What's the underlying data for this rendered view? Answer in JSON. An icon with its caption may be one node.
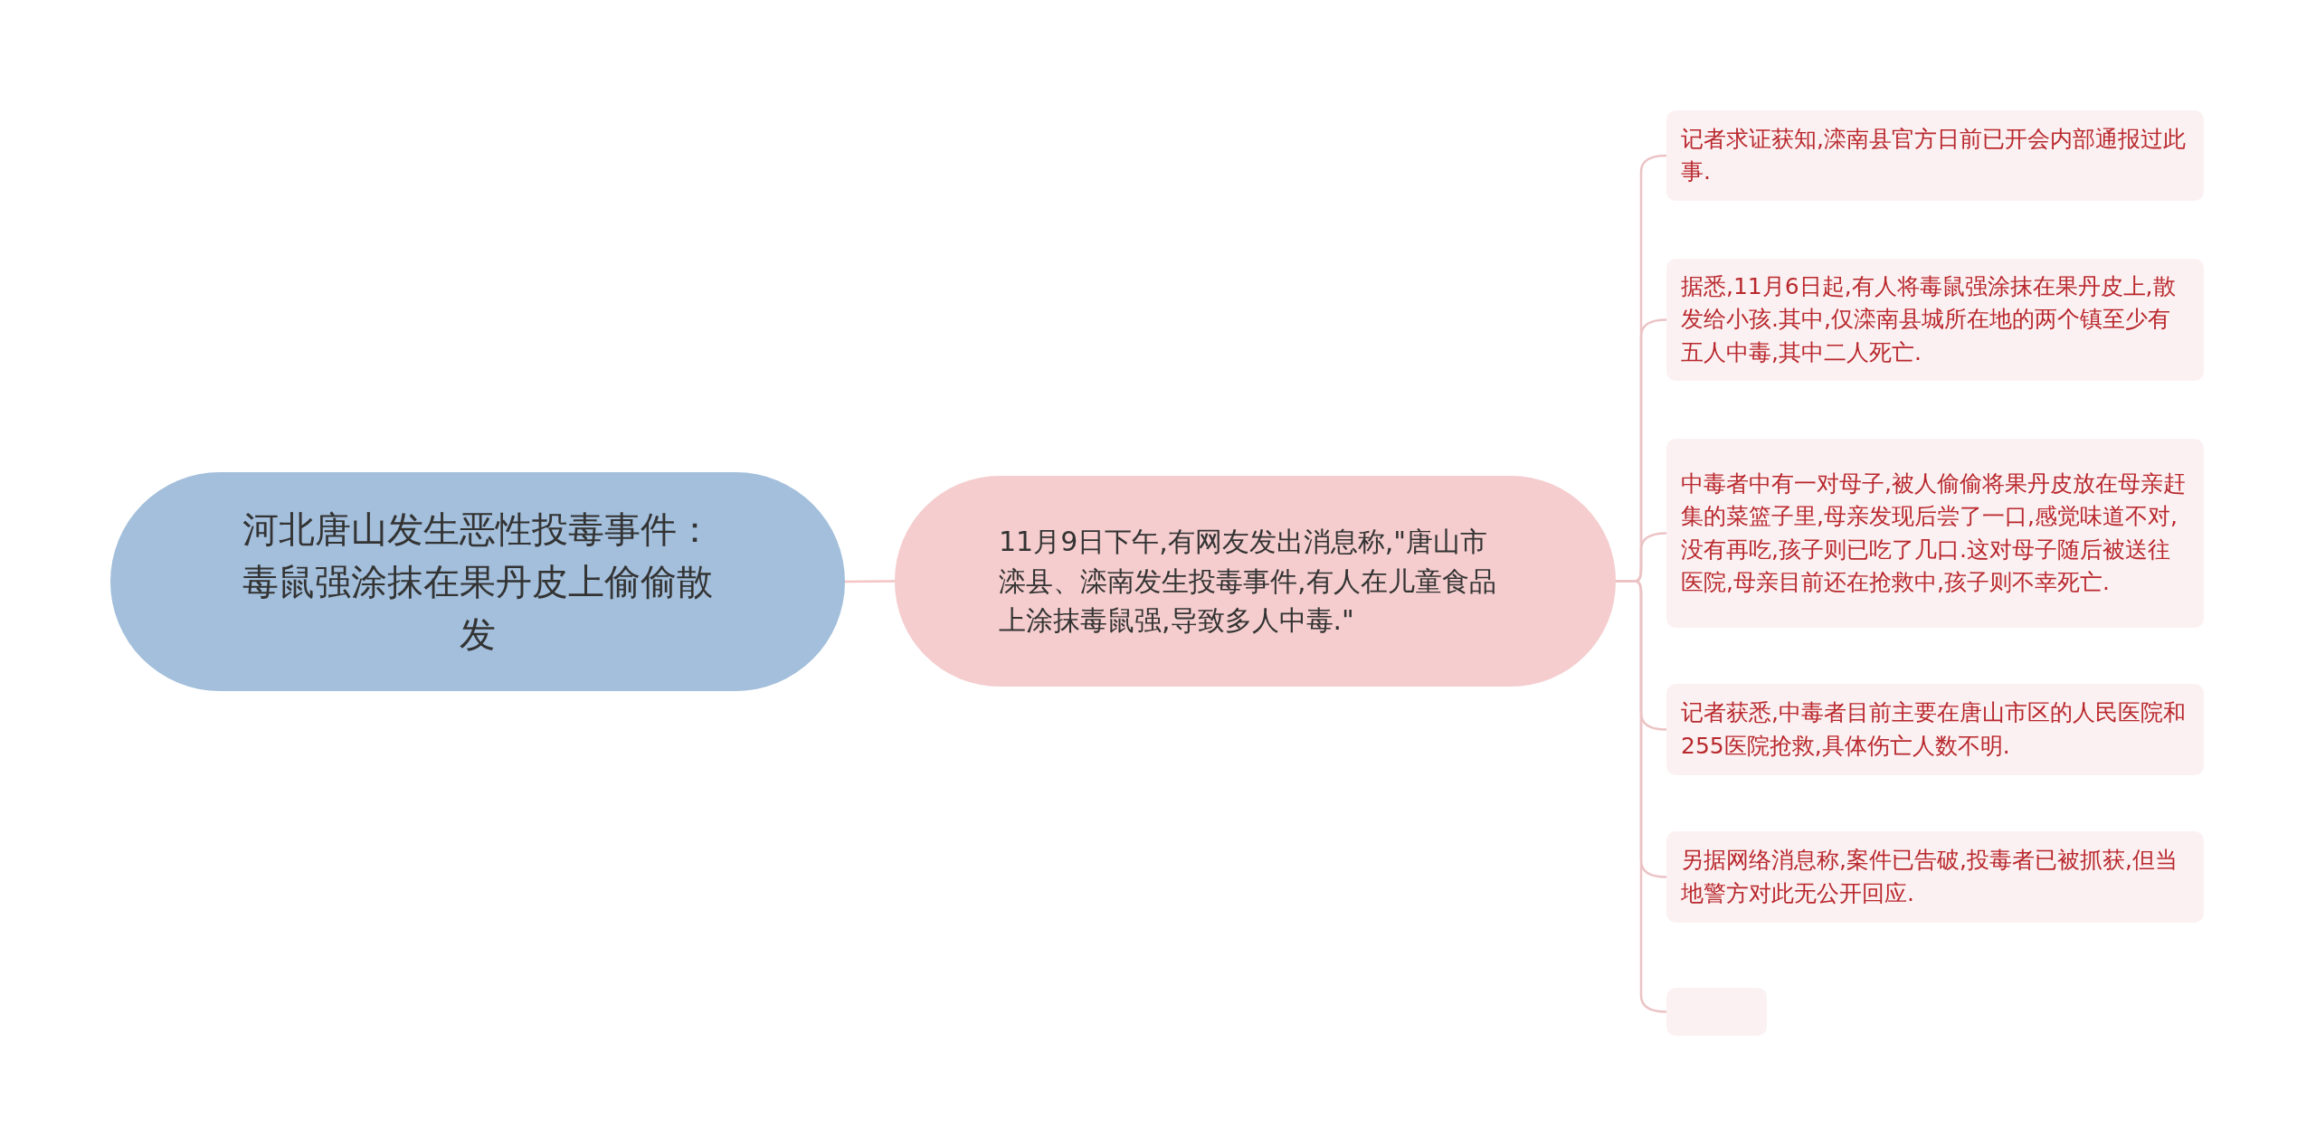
{
  "diagram": {
    "nodes": [
      {
        "text": [
          "河北唐山发生恶性投毒事件：毒鼠强涂抹在果丹皮上偷偷散发"
        ]
      },
      {
        "text": [
          "11月9日下午,有网友发出消息称,\"唐山市滦县、滦南发生投毒事件,有人在儿童食品上涂抹毒鼠强,导致多人中毒.\""
        ]
      },
      {
        "text": [
          "记者求证获知,滦南县官方日前已开会内部通报过此事."
        ]
      },
      {
        "text": [
          "据悉,11月6日起,有人将毒鼠强涂抹在果丹皮上,散发给小孩.其中,仅滦南县城所在地的两个镇至少有五人中毒,其中二人死亡."
        ]
      },
      {
        "text": [
          "中毒者中有一对母子,被人偷偷将果丹皮放在母亲赶集的菜篮子里,母亲发现后尝了一口,感觉味道不对,没有再吃,孩子则已吃了几口.这对母子随后被送往医院,母亲目前还在抢救中,孩子则不幸死亡."
        ]
      },
      {
        "text": [
          "记者获悉,中毒者目前主要在唐山市区的人民医院和255医院抢救,具体伤亡人数不明."
        ]
      },
      {
        "text": [
          "另据网络消息称,案件已告破,投毒者已被抓获,但当地警方对此无公开回应."
        ]
      },
      {
        "text": [],
        "shape": "box"
      }
    ],
    "edges": [
      {
        "from": 0,
        "to": 1,
        "arrow": "none"
      },
      {
        "from": 1,
        "to": 2,
        "arrow": "none"
      },
      {
        "from": 1,
        "to": 3,
        "arrow": "none"
      },
      {
        "from": 1,
        "to": 4,
        "arrow": "none"
      },
      {
        "from": 1,
        "to": 5,
        "arrow": "none"
      },
      {
        "from": 1,
        "to": 6,
        "arrow": "none"
      },
      {
        "from": 1,
        "to": 7,
        "arrow": "none"
      }
    ]
  }
}
